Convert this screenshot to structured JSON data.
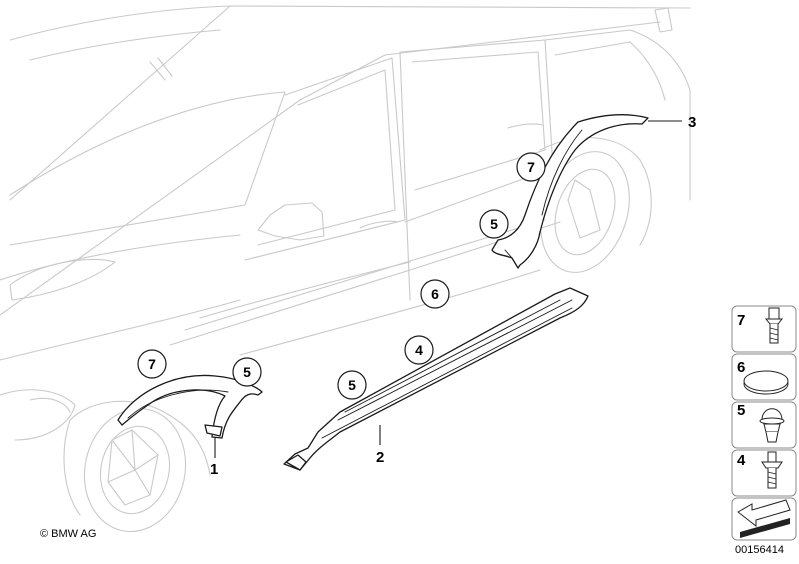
{
  "copyright": "© BMW AG",
  "diagram_id": "00156414",
  "callouts": [
    {
      "label": "7"
    },
    {
      "label": "5"
    },
    {
      "label": "6"
    },
    {
      "label": "4"
    },
    {
      "label": "7"
    },
    {
      "label": "5"
    },
    {
      "label": "5"
    }
  ],
  "part_numbers": [
    {
      "label": "1"
    },
    {
      "label": "2"
    },
    {
      "label": "3"
    }
  ],
  "legend": [
    {
      "label": "7",
      "icon": "clip-icon"
    },
    {
      "label": "6",
      "icon": "round-plug-icon"
    },
    {
      "label": "5",
      "icon": "expanding-rivet-icon"
    },
    {
      "label": "4",
      "icon": "screw-clip-icon"
    }
  ],
  "nav_icon": "arrow-icon"
}
